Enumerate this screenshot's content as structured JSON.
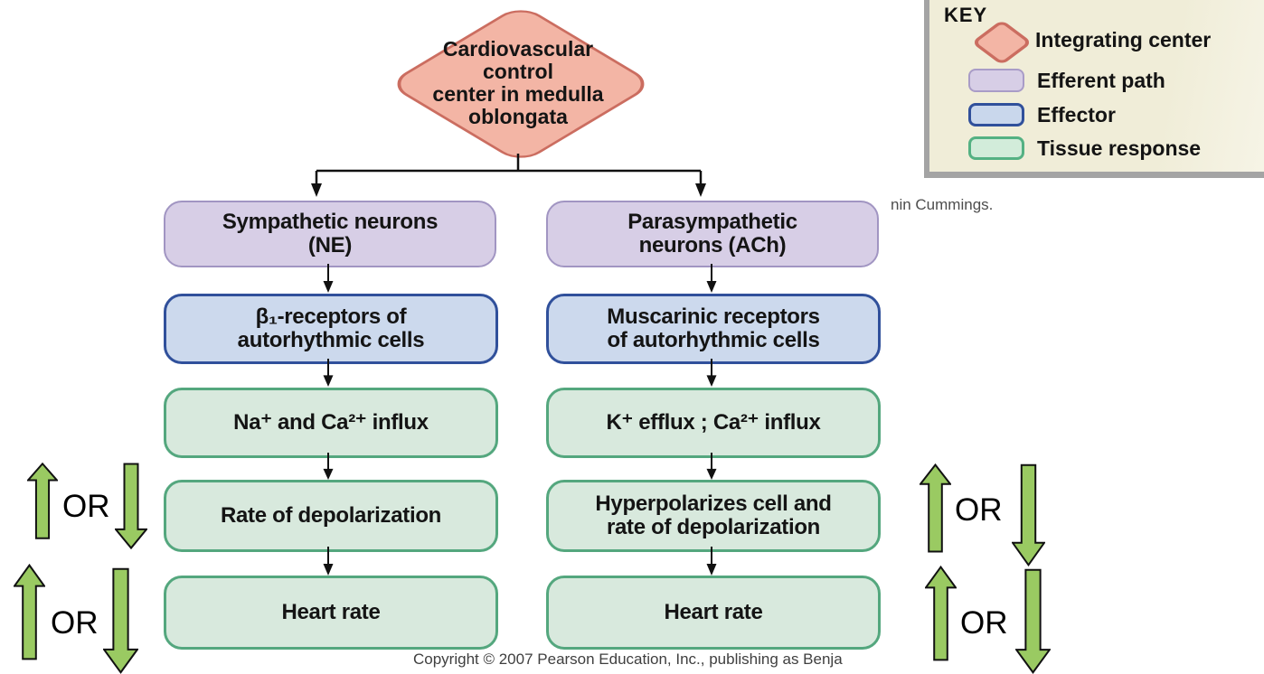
{
  "diagram": {
    "integrating_center": "Cardiovascular\ncontrol\ncenter in medulla\noblongata",
    "or_label": "OR",
    "left": {
      "efferent": "Sympathetic neurons\n(NE)",
      "effector": "β₁-receptors of\nautorhythmic cells",
      "response1": "Na⁺ and Ca²⁺ influx",
      "response2": "Rate of depolarization",
      "response3": "Heart rate"
    },
    "right": {
      "efferent": "Parasympathetic\nneurons (ACh)",
      "effector": "Muscarinic receptors\nof autorhythmic cells",
      "response1": "K⁺ efflux ; Ca²⁺ influx",
      "response2": "Hyperpolarizes cell and\nrate of depolarization",
      "response3": "Heart rate"
    }
  },
  "key": {
    "title": "KEY",
    "items": [
      {
        "shape": "integrating-center",
        "label": "Integrating center"
      },
      {
        "shape": "efferent-path",
        "label": "Efferent path"
      },
      {
        "shape": "effector",
        "label": "Effector"
      },
      {
        "shape": "tissue-response",
        "label": "Tissue response"
      }
    ]
  },
  "footer": {
    "copyright": "Copyright © 2007 Pearson Education, Inc., publishing as Benja",
    "credit_fragment": "nin Cummings."
  },
  "colors": {
    "integrating_fill": "#f3b5a5",
    "integrating_stroke": "#cb6d60",
    "efferent_fill": "#d7cee6",
    "efferent_stroke": "#a195c2",
    "effector_fill": "#ccd9ed",
    "effector_stroke": "#30509b",
    "tissue_fill": "#d8e9dd",
    "tissue_stroke": "#54a77e",
    "big_arrow_fill": "#9aca62",
    "key_background": "#f1eedb"
  }
}
